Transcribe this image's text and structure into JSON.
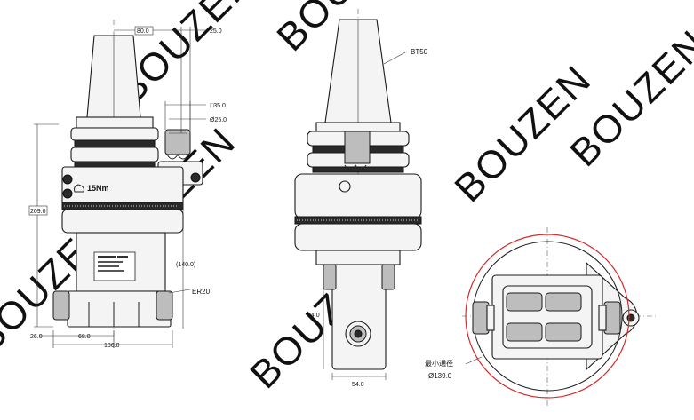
{
  "watermark": "BOUZEN",
  "side_view": {
    "dim_width": "80.0",
    "dim_top": "25.0",
    "dim_square": "□35.0",
    "dim_diameter": "Ø25.0",
    "dim_height": "209.0",
    "dim_offset": "(140.0)",
    "dim_left": "26.0",
    "dim_span": "68.0",
    "dim_total": "136.0",
    "torque_label": "15Nm",
    "collet_label": "ER20"
  },
  "front_view": {
    "taper_label": "BT50",
    "dim_length": "94.0",
    "dim_width": "54.0"
  },
  "bottom_view": {
    "min_clearance_label": "最小通径",
    "min_clearance_value": "Ø139.0"
  }
}
